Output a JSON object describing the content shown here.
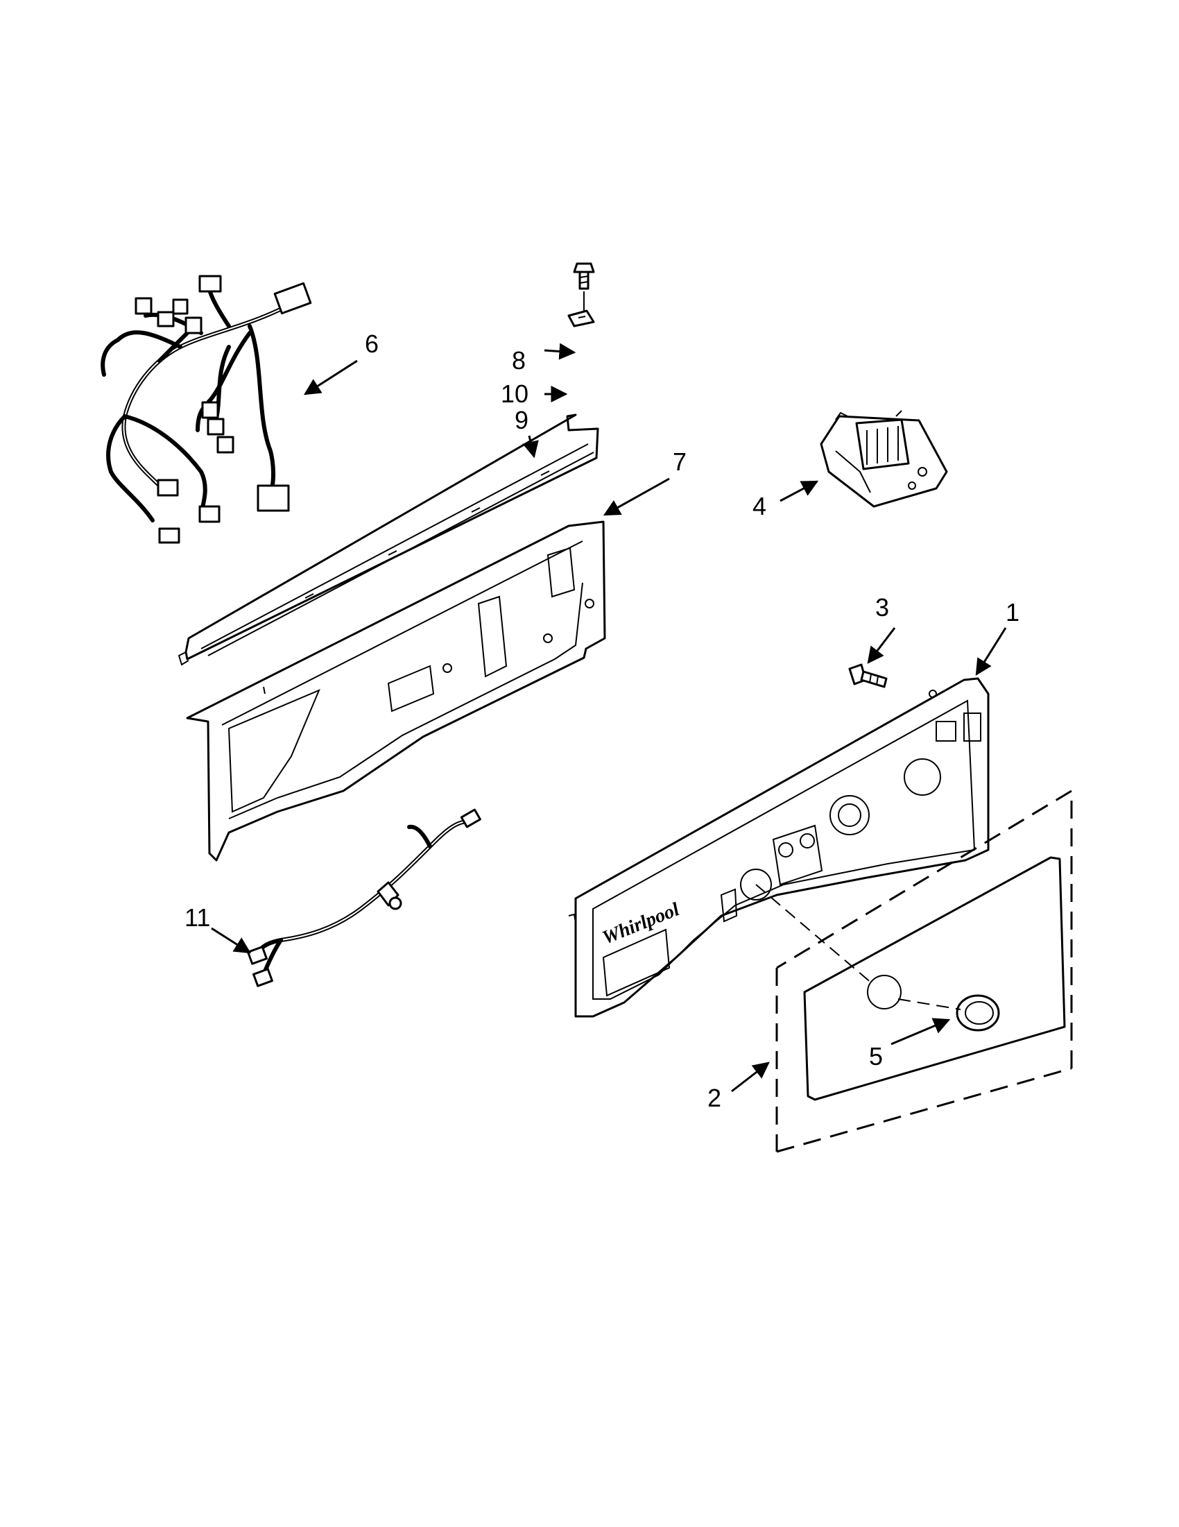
{
  "diagram": {
    "callouts": [
      "1",
      "2",
      "3",
      "4",
      "5",
      "6",
      "7",
      "8",
      "9",
      "10",
      "11"
    ],
    "brand_mark": "Whirlpool"
  }
}
